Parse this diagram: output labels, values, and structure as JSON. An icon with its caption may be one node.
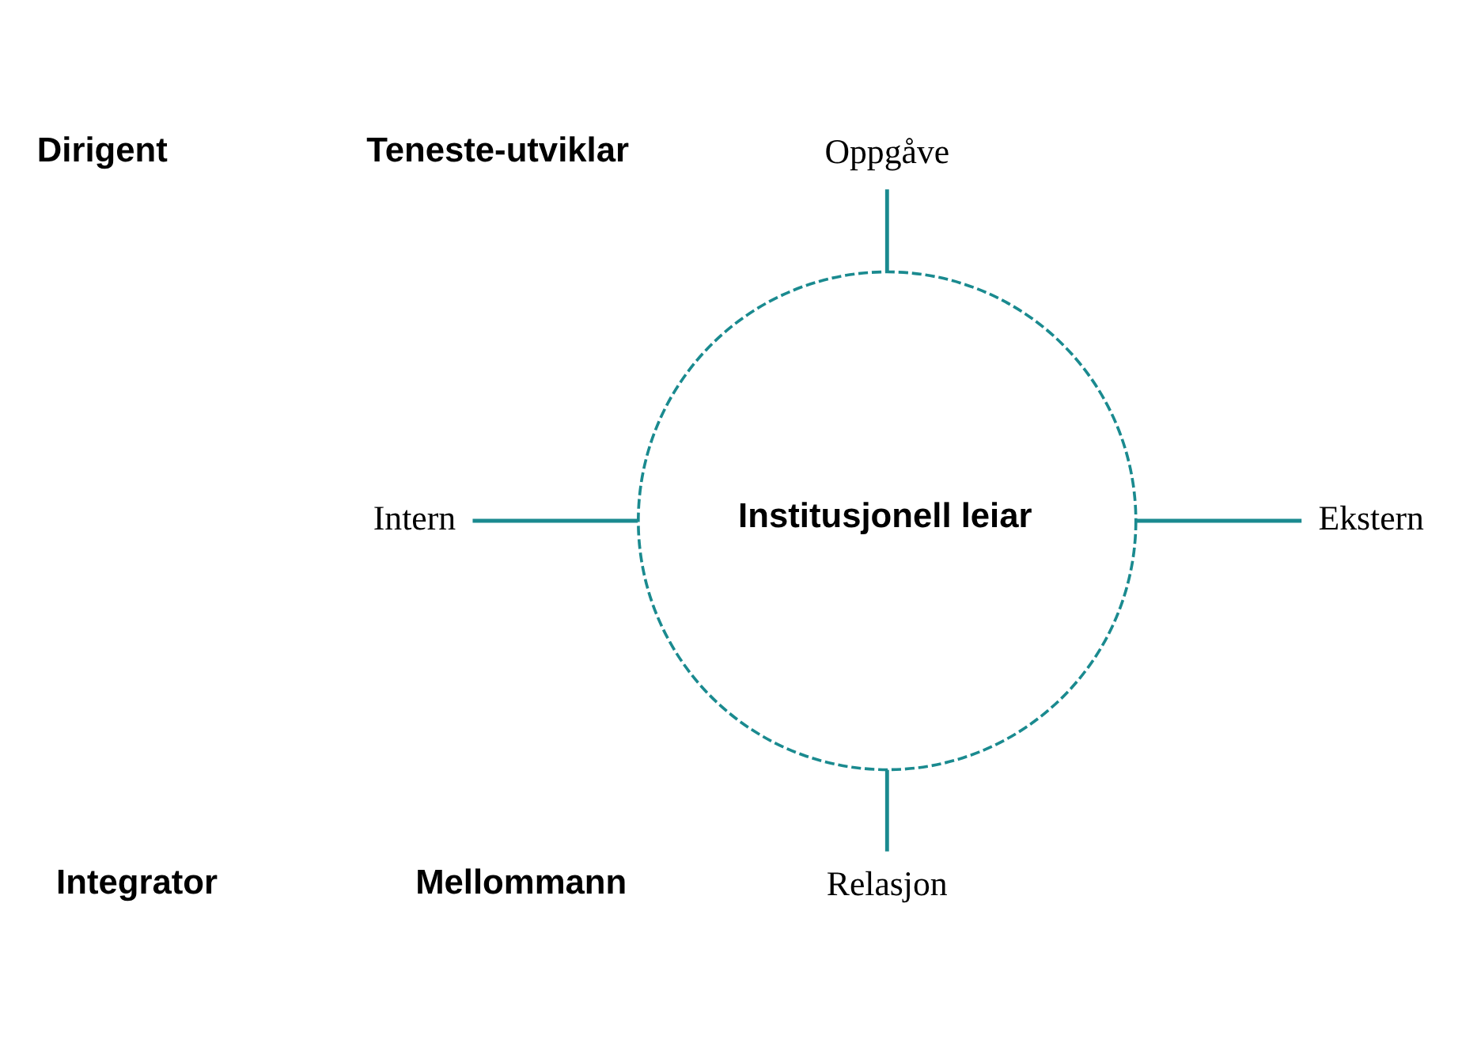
{
  "diagram": {
    "nodes": [
      {
        "text": [
          "Oppgåve"
        ]
      },
      {
        "text": [
          "Intern"
        ]
      },
      {
        "text": [
          "Institusjonell leiar"
        ]
      },
      {
        "text": [
          "Ekstern"
        ]
      },
      {
        "text": [
          "Relasjon"
        ]
      }
    ],
    "edges": [
      {
        "from": 0,
        "to": 2,
        "arrow": "none"
      },
      {
        "from": 1,
        "to": 2,
        "arrow": "none"
      },
      {
        "from": 2,
        "to": 3,
        "arrow": "none"
      },
      {
        "from": 2,
        "to": 4,
        "arrow": "none"
      }
    ],
    "labels": [
      "Dirigent",
      "Teneste-utviklar",
      "Integrator",
      "Mellommann"
    ]
  }
}
